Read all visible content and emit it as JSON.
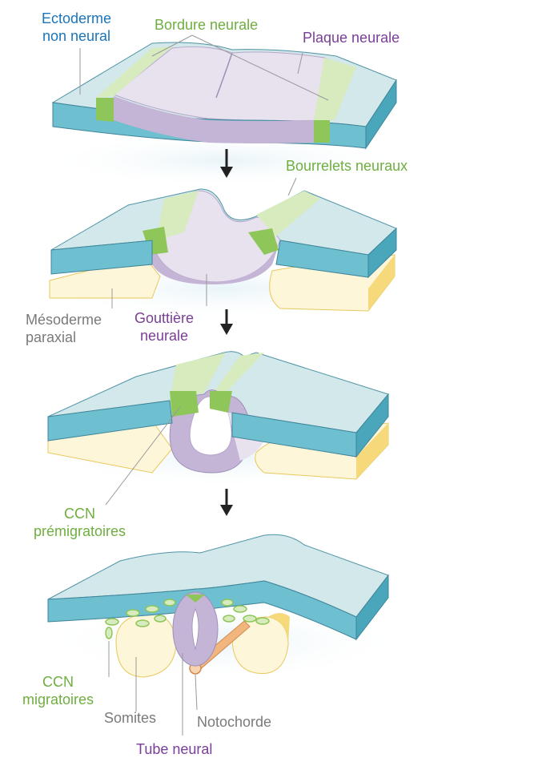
{
  "labels": {
    "ectoderme_line1": "Ectoderme",
    "ectoderme_line2": "non neural",
    "bordure": "Bordure neurale",
    "plaque": "Plaque neurale",
    "bourrelets": "Bourrelets neuraux",
    "mesoderme_line1": "Mésoderme",
    "mesoderme_line2": "paraxial",
    "gouttiere_line1": "Gouttière",
    "gouttiere_line2": "neurale",
    "ccn_pre_line1": "CCN",
    "ccn_pre_line2": "prémigratoires",
    "ccn_mig_line1": "CCN",
    "ccn_mig_line2": "migratoires",
    "somites": "Somites",
    "notochorde": "Notochorde",
    "tube": "Tube neural"
  },
  "colors": {
    "ectoderm_top": "#d3e8ea",
    "ectoderm_side": "#6ebfcf",
    "neural_plate": "#e4dcec",
    "neural_side": "#c4b4d6",
    "border_light": "#d7ebbf",
    "border_dark": "#8ec65a",
    "mesoderm_fill": "#fdf6d8",
    "mesoderm_edge": "#f6d97a",
    "notochord": "#f1b57e",
    "arrow": "#222222",
    "label_blue": "#1b75bb",
    "label_green": "#6fae3f",
    "label_purple": "#7a3e97",
    "label_gray": "#7a7a7a"
  }
}
